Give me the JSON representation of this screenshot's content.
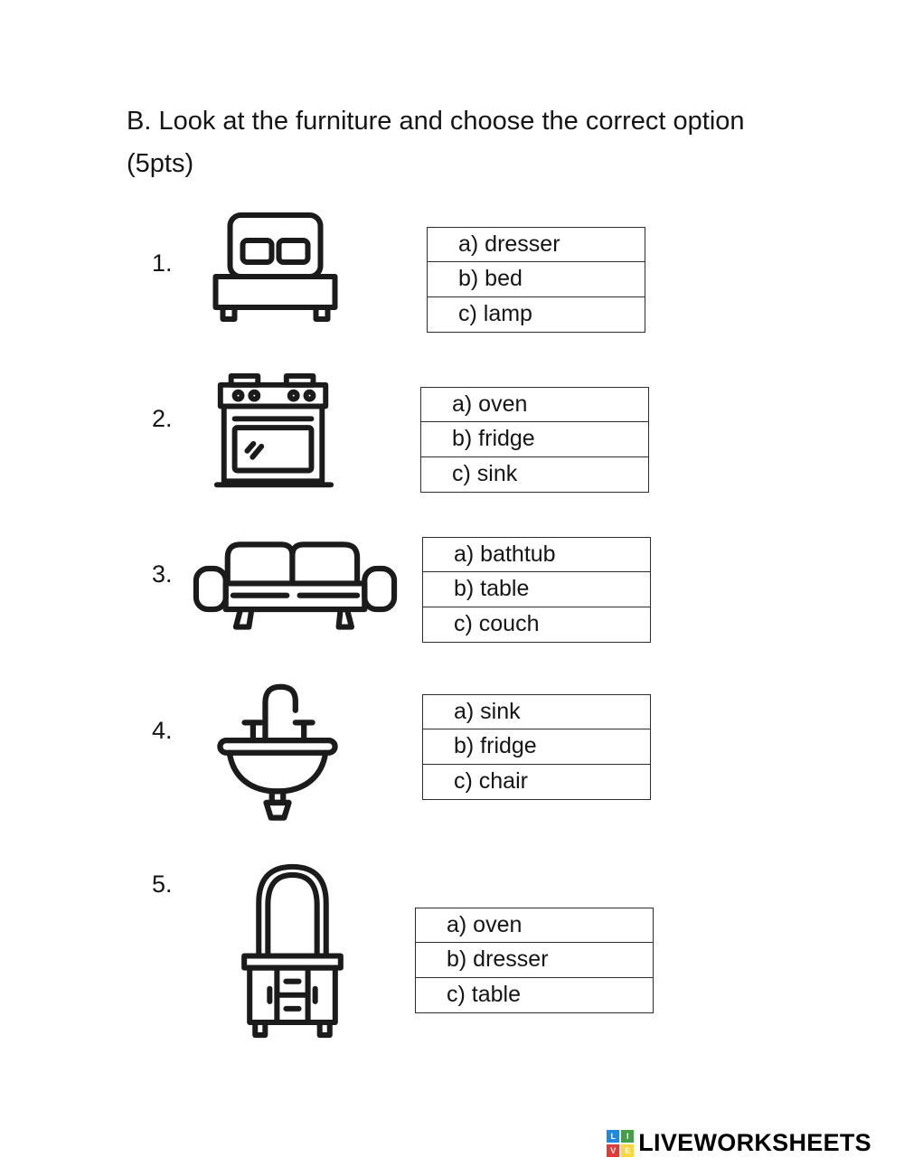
{
  "title": {
    "line1": "B. Look at the furniture and choose the correct option",
    "line2": "(5pts)"
  },
  "questions": [
    {
      "number": "1.",
      "icon": "bed-icon",
      "options": [
        "a) dresser",
        "b) bed",
        "c) lamp"
      ]
    },
    {
      "number": "2.",
      "icon": "stove-icon",
      "options": [
        "a) oven",
        "b) fridge",
        "c) sink"
      ]
    },
    {
      "number": "3.",
      "icon": "couch-icon",
      "options": [
        "a) bathtub",
        "b) table",
        "c) couch"
      ]
    },
    {
      "number": "4.",
      "icon": "sink-icon",
      "options": [
        "a) sink",
        "b) fridge",
        "c) chair"
      ]
    },
    {
      "number": "5.",
      "icon": "dresser-icon",
      "options": [
        "a) oven",
        "b) dresser",
        "c) table"
      ]
    }
  ],
  "footer": {
    "brand": "LIVEWORKSHEETS",
    "logo_letters": [
      "L",
      "I",
      "V",
      "E"
    ],
    "logo_colors": [
      "#1e88e5",
      "#43a047",
      "#e53935",
      "#fdd835"
    ]
  }
}
